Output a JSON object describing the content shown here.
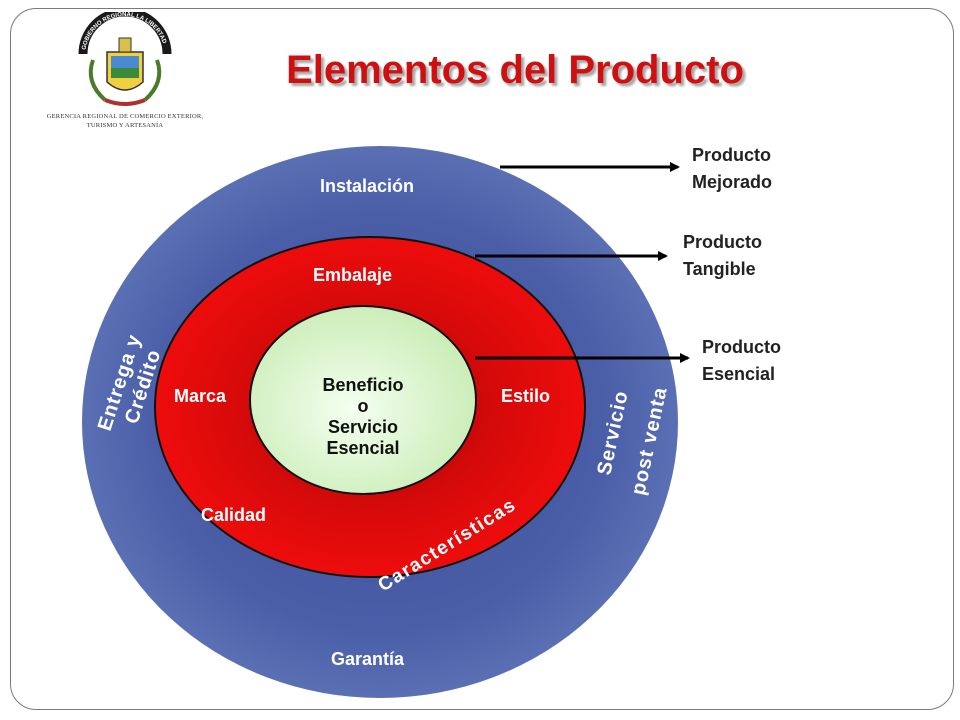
{
  "header": {
    "title": "Elementos del Producto",
    "logo_ribbon": "GOBIERNO REGIONAL LA LIBERTAD",
    "logo_caption_line1": "GERENCIA REGIONAL DE COMERCIO EXTERIOR,",
    "logo_caption_line2": "TURISMO Y ARTESANÍA"
  },
  "diagram": {
    "outer_ring": {
      "top": "Instalación",
      "bottom": "Garantía",
      "left_line1": "Entrega y",
      "left_line2": "Crédito",
      "right_line1": "Servicio",
      "right_line2": "post venta"
    },
    "middle_ring": {
      "top": "Embalaje",
      "left": "Marca",
      "right": "Estilo",
      "bottom_left": "Calidad",
      "bottom_right": "Características"
    },
    "core": {
      "line1": "Beneficio",
      "line2": "o",
      "line3": "Servicio",
      "line4": "Esencial"
    },
    "callouts": [
      {
        "line1": "Producto",
        "line2": "Mejorado"
      },
      {
        "line1": "Producto",
        "line2": "Tangible"
      },
      {
        "line1": "Producto",
        "line2": "Esencial"
      }
    ]
  },
  "colors": {
    "outer": "#4d62a8",
    "middle": "#e30b0b",
    "core": "#d8f5c8",
    "title": "#d01010"
  }
}
